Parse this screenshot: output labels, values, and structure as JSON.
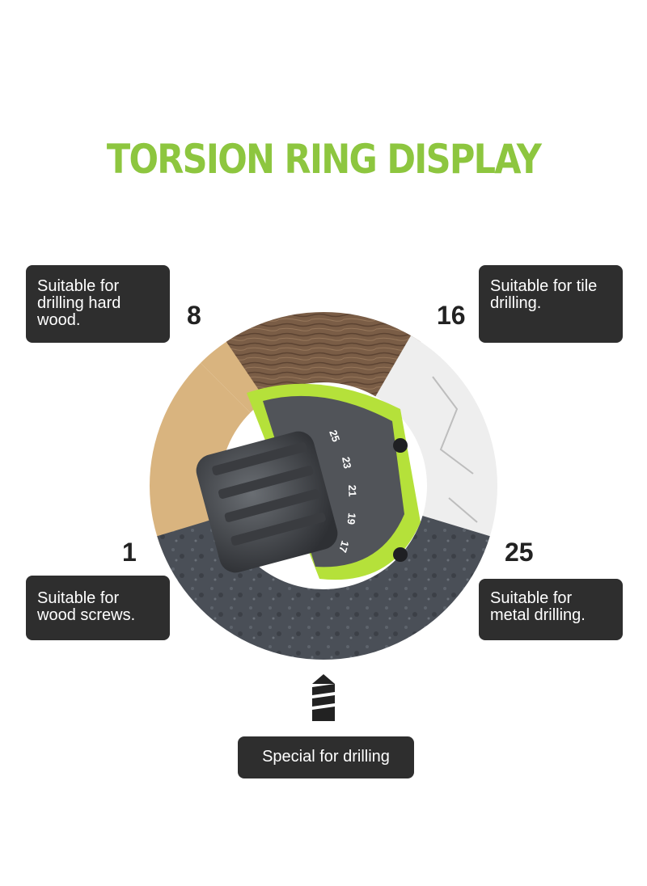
{
  "title": "TORSION RING DISPLAY",
  "callouts": {
    "hard_wood": "Suitable for drilling hard wood.",
    "tile": "Suitable for tile drilling.",
    "wood_screws": "Suitable for wood screws.",
    "metal": "Suitable for metal drilling.",
    "drilling": "Special for drilling"
  },
  "settings": {
    "hard_wood": "8",
    "tile": "16",
    "wood_screws": "1",
    "metal": "25"
  },
  "dial_numbers": [
    "25",
    "23",
    "21",
    "19",
    "17"
  ],
  "colors": {
    "accent_green": "#8dc63f",
    "callout_bg": "#2e2e2e",
    "number_text": "#222222"
  },
  "icons": {
    "drill_bit": "drill-bit-icon"
  }
}
